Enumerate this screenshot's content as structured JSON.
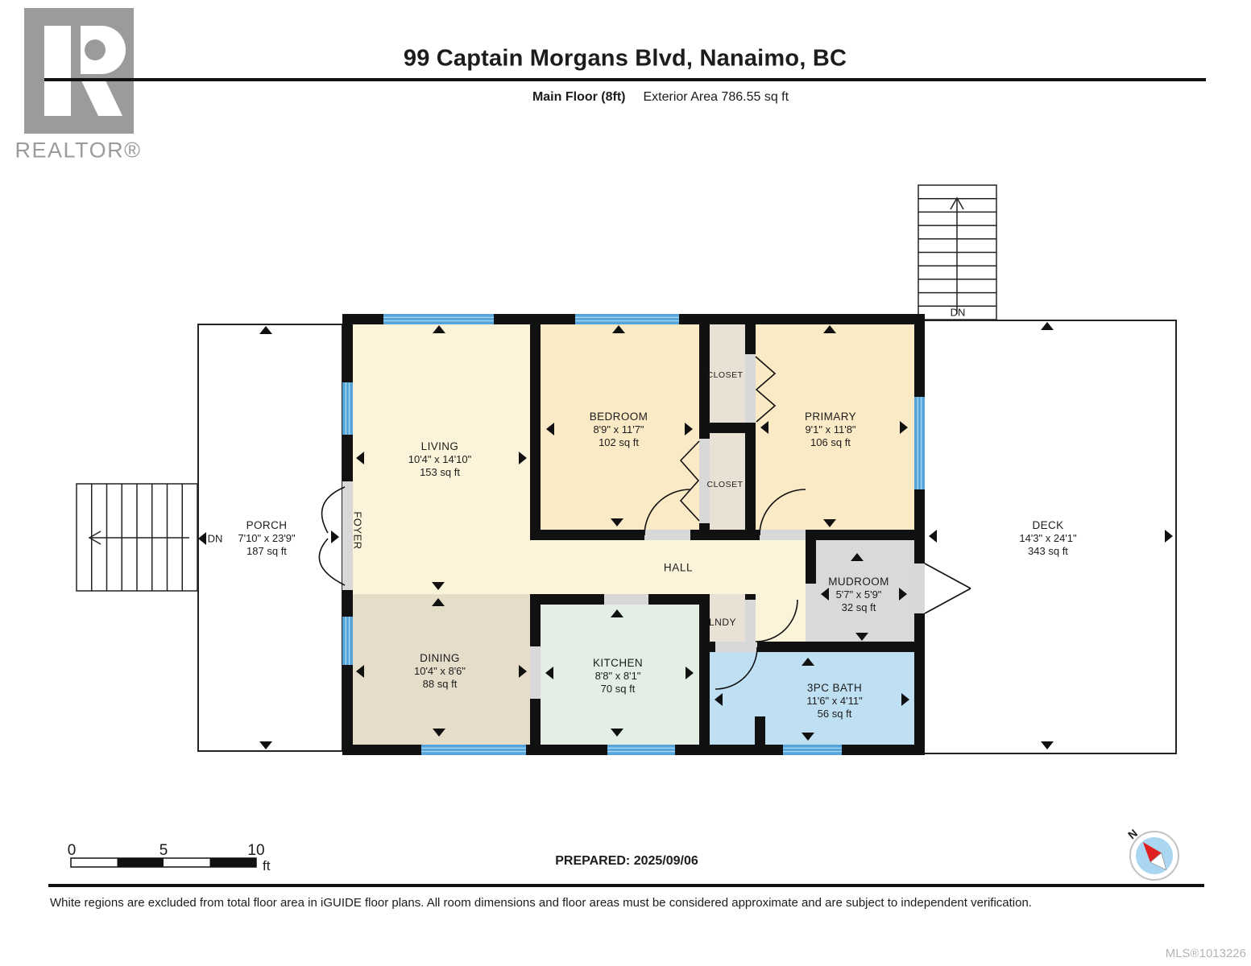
{
  "header": {
    "title": "99 Captain Morgans Blvd, Nanaimo, BC",
    "floor_label": "Main Floor (8ft)",
    "exterior_area": "Exterior Area 786.55 sq ft"
  },
  "branding": {
    "realtor_text": "REALTOR®"
  },
  "plan": {
    "rooms": [
      {
        "name": "LIVING",
        "dims": "10'4\" x 14'10\"",
        "area": "153 sq ft"
      },
      {
        "name": "BEDROOM",
        "dims": "8'9\" x 11'7\"",
        "area": "102 sq ft"
      },
      {
        "name": "PRIMARY",
        "dims": "9'1\" x 11'8\"",
        "area": "106 sq ft"
      },
      {
        "name": "DINING",
        "dims": "10'4\" x 8'6\"",
        "area": "88 sq ft"
      },
      {
        "name": "KITCHEN",
        "dims": "8'8\" x 8'1\"",
        "area": "70 sq ft"
      },
      {
        "name": "MUDROOM",
        "dims": "5'7\" x 5'9\"",
        "area": "32 sq ft"
      },
      {
        "name": "3PC BATH",
        "dims": "11'6\" x 4'11\"",
        "area": "56 sq ft"
      },
      {
        "name": "PORCH",
        "dims": "7'10\" x 23'9\"",
        "area": "187 sq ft"
      },
      {
        "name": "DECK",
        "dims": "14'3\" x 24'1\"",
        "area": "343 sq ft"
      }
    ],
    "small_labels": {
      "closet_top": "CLOSET",
      "closet_bottom": "CLOSET",
      "hall": "HALL",
      "foyer": "FOYER",
      "laundry": "LNDY",
      "stairs_down_left": "DN",
      "stairs_down_top": "DN"
    },
    "colors": {
      "wall": "#111111",
      "window_blue": "#55a5da",
      "cream": "#fcf4da",
      "bedroom_yellow": "#faeac5",
      "dining_tan": "#e6dcca",
      "kitchen_mint": "#e3efe5",
      "mudroom_gray": "#d9d9d9",
      "bath_blue": "#bfdff3",
      "closet_tan": "#e9e1d3",
      "compass_red": "#e01f1f",
      "compass_blue": "#aad6f2"
    }
  },
  "scale_bar": {
    "tick0": "0",
    "tick5": "5",
    "tick10": "10",
    "unit": "ft"
  },
  "footer": {
    "prepared": "PREPARED: 2025/09/06",
    "disclaimer": "White regions are excluded from total floor area in iGUIDE floor plans. All room dimensions and floor areas must be considered approximate and are subject to independent verification.",
    "mls": "MLS®1013226",
    "compass_north": "N"
  }
}
